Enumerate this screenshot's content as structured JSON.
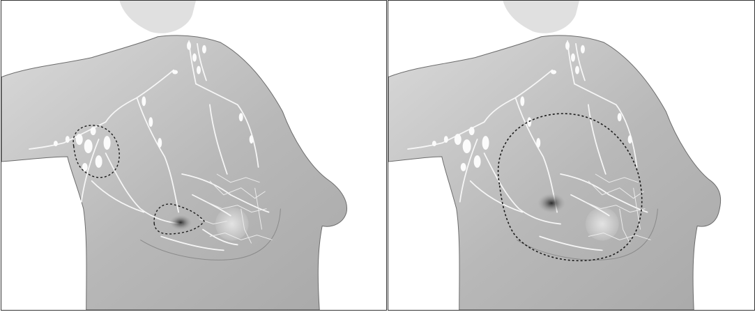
{
  "panels": [
    {
      "id": "left",
      "description_shown": "localized-regions",
      "regions": [
        "axillary-lymph-node-cluster",
        "tumor-region"
      ]
    },
    {
      "id": "right",
      "description_shown": "whole-breast-region",
      "regions": [
        "whole-breast-region"
      ]
    }
  ],
  "colors": {
    "background": "#ffffff",
    "body_fill": "#bdbdbd",
    "body_edge": "#5a5a5a",
    "vessel": "#f4f4f4",
    "node": "#fafafa",
    "outline": "#1a1a1a",
    "tumor": "#3a3a3a",
    "areola": "#cfcfcf"
  },
  "icons": [
    "dashed-outline",
    "lymph-vessel",
    "lymph-node",
    "tumor"
  ]
}
